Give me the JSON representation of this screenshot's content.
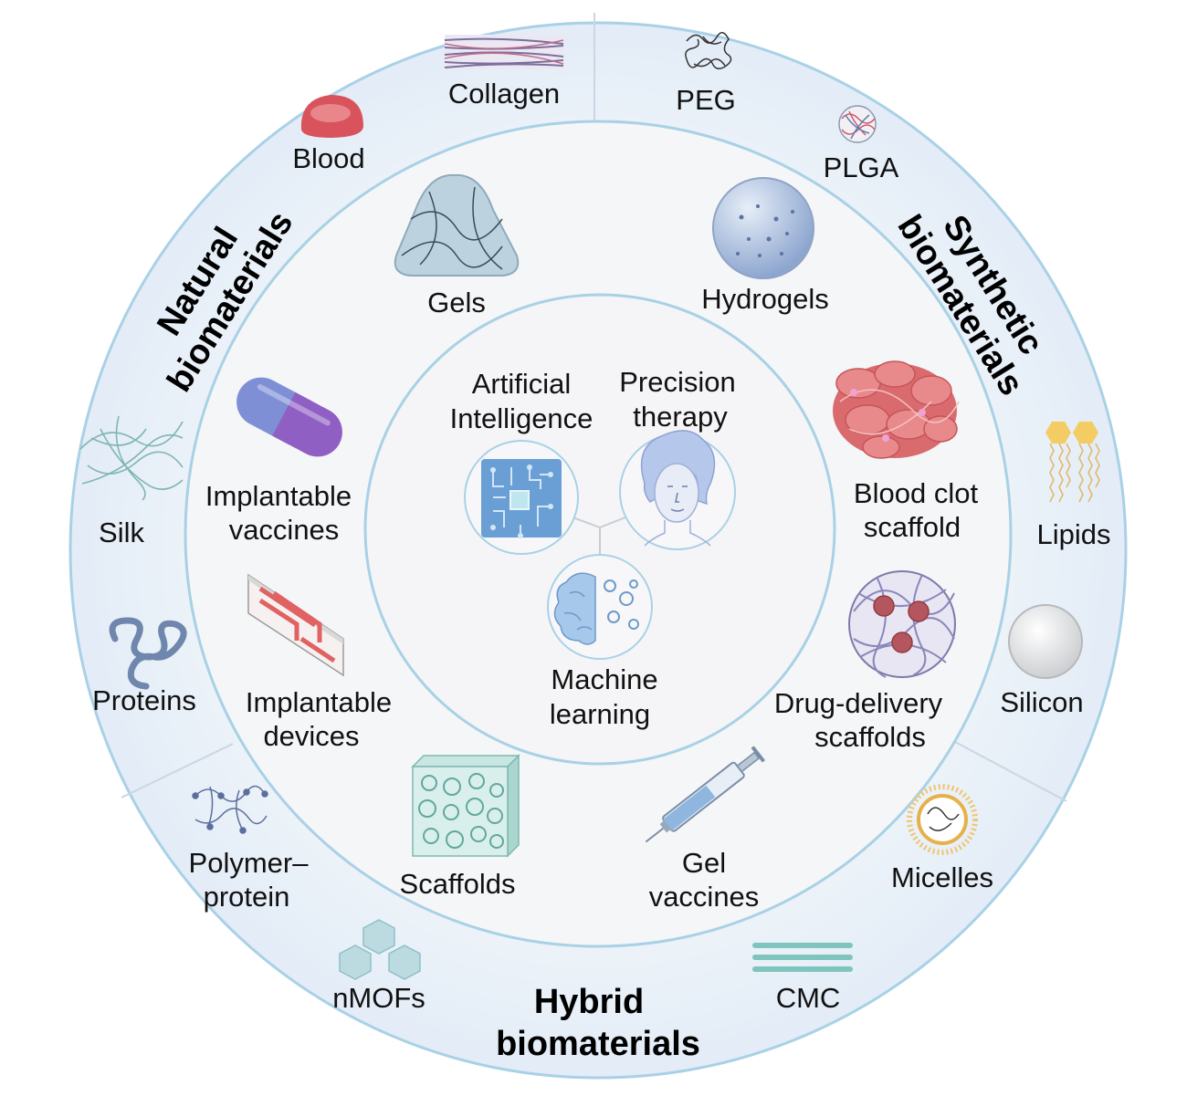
{
  "sectors": {
    "natural": "Natural biomaterials",
    "synthetic": "Synthetic biomaterials",
    "hybrid": "Hybrid biomaterials"
  },
  "outer": {
    "collagen": "Collagen",
    "blood": "Blood",
    "silk": "Silk",
    "proteins": "Proteins",
    "polymer_protein": "Polymer–protein",
    "nmofs": "nMOFs",
    "cmc": "CMC",
    "micelles": "Micelles",
    "silicon": "Silicon",
    "lipids": "Lipids",
    "plga": "PLGA",
    "peg": "PEG"
  },
  "middle": {
    "gels": "Gels",
    "hydrogels": "Hydrogels",
    "blood_clot_scaffold": "Blood clot scaffold",
    "drug_delivery_scaffolds": "Drug-delivery scaffolds",
    "gel_vaccines": "Gel vaccines",
    "scaffolds": "Scaffolds",
    "implantable_devices": "Implantable devices",
    "implantable_vaccines": "Implantable vaccines"
  },
  "center": {
    "ai": "Artificial Intelligence",
    "precision": "Precision therapy",
    "ml": "Machine learning"
  },
  "colors": {
    "ring_stroke": "#a9d1e6",
    "outer_fill": "#e8eff8",
    "middle_fill": "#f5f6f7",
    "core_fill": "#f5f5f7"
  }
}
